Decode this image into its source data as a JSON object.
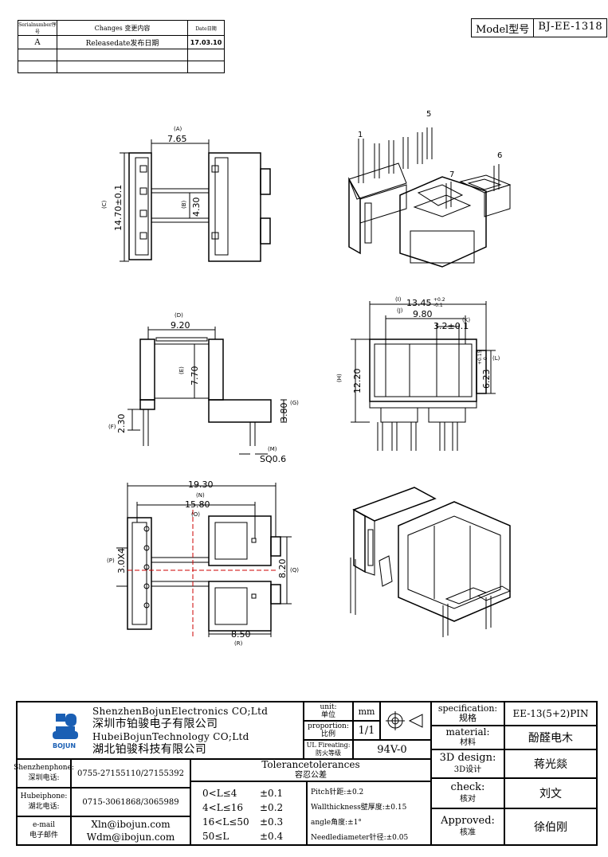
{
  "revision": {
    "headers": {
      "serial": "Serialnumber序号",
      "changes": "Changes 变更内容",
      "date": "Date日期"
    },
    "rows": [
      {
        "serial": "A",
        "changes": "Releasedate发布日期",
        "date": "17.03.10"
      }
    ]
  },
  "model": {
    "label": "Model型号",
    "value": "BJ-EE-1318"
  },
  "drawing": {
    "pins": {
      "p1": "1",
      "p5": "5",
      "p6": "6",
      "p7": "7"
    },
    "top": {
      "A_label": "(A)",
      "A_value": "7.65",
      "C_label": "(C)",
      "C_value": "14.70±0.1",
      "B_label": "(B)",
      "B_value": "4.30"
    },
    "front": {
      "D_label": "(D)",
      "D_value": "9.20",
      "E_label": "(E)",
      "E_value": "7.70",
      "F_label": "(F)",
      "F_value": "2.30",
      "G_label": "(G)",
      "G_value": "3.80",
      "M_label": "(M)",
      "M_value": "SQ0.6"
    },
    "side": {
      "I_label": "(I)",
      "I_value": "13.45",
      "I_tol_up": "+0.2",
      "I_tol_dn": "-0.1",
      "J_label": "(J)",
      "J_value": "9.80",
      "K_label": "(K)",
      "K_value": "3.2±0.1",
      "L_label": "(L)",
      "L_value": "6.23",
      "L_tol_up": "+0.15",
      "L_tol_dn": "0",
      "H_label": "(H)",
      "H_value": "12.20"
    },
    "bottom": {
      "N_value": "19.30",
      "N_label": "(N)",
      "O_value": "15.80",
      "O_label": "(O)",
      "P_label": "(P)",
      "P_value": "3.0X4",
      "Q_label": "(Q)",
      "Q_value": "8.20",
      "R_value": "8.50",
      "R_label": "(R)"
    }
  },
  "company": {
    "en1": "ShenzhenBojunElectronics CO;Ltd",
    "cn1": "深圳市铂骏电子有限公司",
    "en2": "HubeiBojunTechnology CO;Ltd",
    "cn2": "湖北铂骏科技有限公司",
    "logo": "BOJUN",
    "unit_label_en": "unit:",
    "unit_label_cn": "单位",
    "unit_value": "mm",
    "proportion_label_en": "proportion:",
    "proportion_label_cn": "比例",
    "proportion_value": "1/1",
    "fire_label_en": "UL Fireating:",
    "fire_label_cn": "防火等级",
    "fire_value": "94V-0",
    "spec_label_en": "specification:",
    "spec_label_cn": "规格",
    "spec_value": "EE-13(5+2)PIN",
    "material_label_en": "material:",
    "material_label_cn": "材料",
    "material_value": "酚醛电木",
    "design_label_en": "3D design:",
    "design_label_cn": "3D设计",
    "design_value": "蒋光燚",
    "check_label_en": "check:",
    "check_label_cn": "核对",
    "check_value": "刘文",
    "approved_label_en": "Approved:",
    "approved_label_cn": "核准",
    "approved_value": "徐伯刚"
  },
  "contacts": {
    "sz_label_en": "Shenzhenphone:",
    "sz_label_cn": "深圳电话:",
    "sz_value": "0755-27155110/27155392",
    "hb_label_en": "Hubeiphone:",
    "hb_label_cn": "湖北电话:",
    "hb_value": "0715-3061868/3065989",
    "mail_label_en": "e-mail",
    "mail_label_cn": "电子邮件",
    "mail1": "Xln@ibojun.com",
    "mail2": "Wdm@ibojun.com"
  },
  "tolerances": {
    "title_en": "Tolerancetolerances",
    "title_cn": "容忍公差",
    "ranges": [
      {
        "range": "0<L≤4",
        "tol": "±0.1"
      },
      {
        "range": "4<L≤16",
        "tol": "±0.2"
      },
      {
        "range": "16<L≤50",
        "tol": "±0.3"
      },
      {
        "range": "50≤L",
        "tol": "±0.4"
      }
    ],
    "notes": [
      "Pitch针距:±0.2",
      "Wallthickness壁厚度:±0.15",
      "angle角度:±1°",
      "Needlediameter针径:±0.05"
    ]
  }
}
